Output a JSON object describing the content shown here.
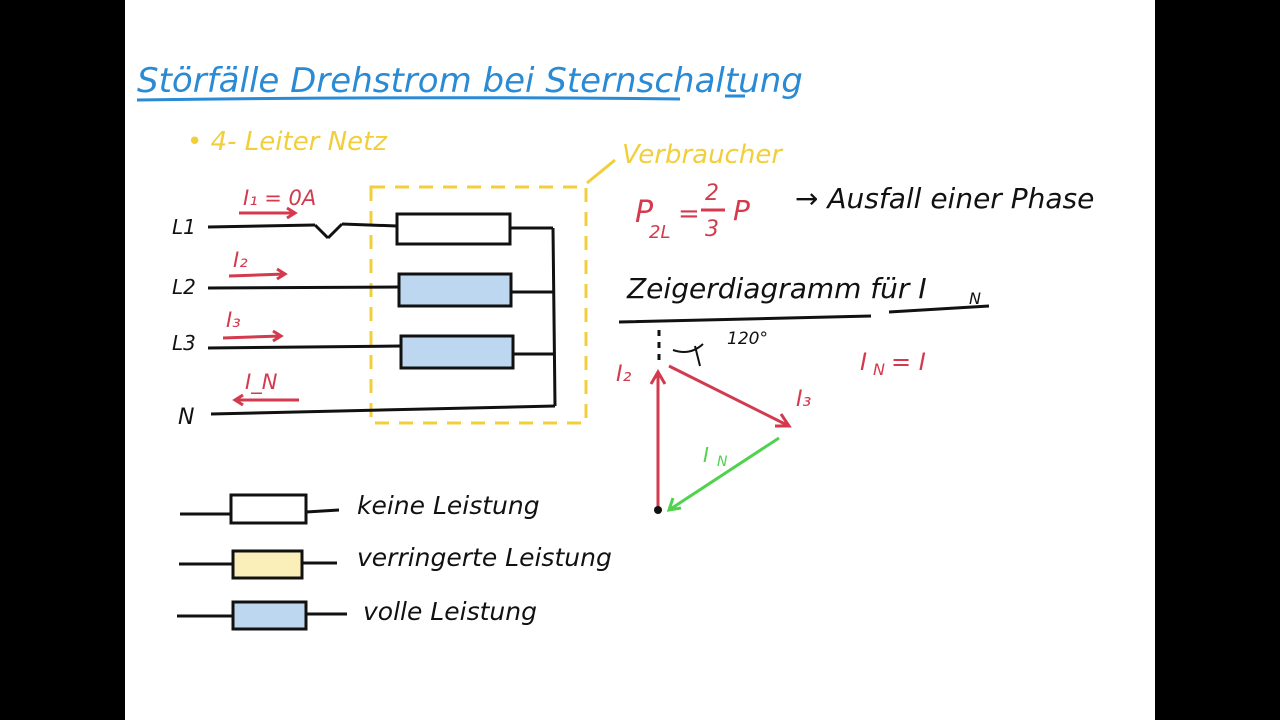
{
  "title": "Störfälle Drehstrom bei Sternschaltung",
  "subtitle": "• 4- Leiter Netz",
  "consumer_label": "Verbraucher",
  "lines": [
    "L1",
    "L2",
    "L3",
    "N"
  ],
  "currents": {
    "i1": "I₁ = 0A",
    "i2": "I₂",
    "i3": "I₃",
    "iN": "I_N"
  },
  "formula": {
    "lhs": "P",
    "lhs_sub": "2L",
    "num": "2",
    "den": "3",
    "rhs": "P",
    "note": "→ Ausfall einer Phase"
  },
  "phasor": {
    "heading": "Zeigerdiagramm für I",
    "heading_sub": "N",
    "angle": "120°",
    "label_i2": "I₂",
    "label_i3": "I₃",
    "label_in": "I",
    "label_in_sub": "N",
    "eq": "I",
    "eq_sub": "N",
    "eq_rhs": "= I"
  },
  "legend": [
    {
      "label": "keine Leistung",
      "fill": "#ffffff"
    },
    {
      "label": "verringerte Leistung",
      "fill": "#faefb8"
    },
    {
      "label": "volle Leistung",
      "fill": "#bcd7ef"
    }
  ],
  "colors": {
    "blue": "#2a8ad4",
    "yellow": "#f2cf3a",
    "red": "#d43a4e",
    "green": "#4fd24f",
    "black": "#111111",
    "load_full": "#bcd7ef"
  }
}
